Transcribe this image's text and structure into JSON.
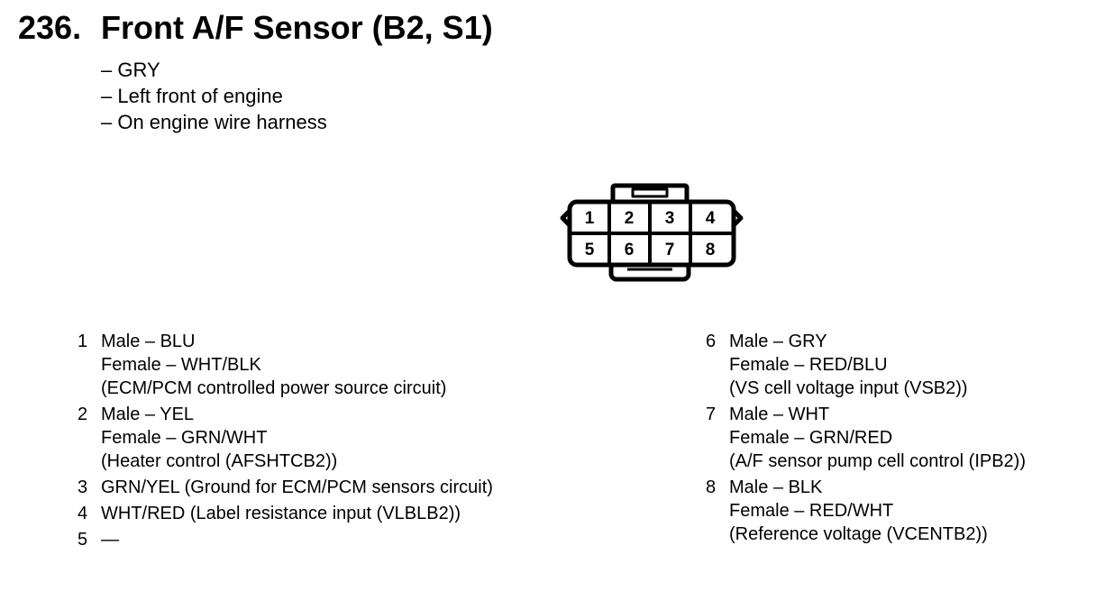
{
  "header": {
    "number": "236.",
    "title": "Front A/F Sensor (B2, S1)"
  },
  "info": [
    "– GRY",
    "– Left front of engine",
    "– On engine wire harness"
  ],
  "connector": {
    "top_row": [
      "1",
      "2",
      "3",
      "4"
    ],
    "bottom_row": [
      "5",
      "6",
      "7",
      "8"
    ]
  },
  "pins_left": [
    {
      "num": "1",
      "lines": [
        "Male – BLU",
        "Female – WHT/BLK",
        "(ECM/PCM controlled power source circuit)"
      ]
    },
    {
      "num": "2",
      "lines": [
        "Male – YEL",
        "Female – GRN/WHT",
        "(Heater control (AFSHTCB2))"
      ]
    },
    {
      "num": "3",
      "lines": [
        "GRN/YEL (Ground for ECM/PCM sensors circuit)"
      ]
    },
    {
      "num": "4",
      "lines": [
        "WHT/RED (Label resistance input (VLBLB2))"
      ]
    },
    {
      "num": "5",
      "lines": [
        "—"
      ]
    }
  ],
  "pins_right": [
    {
      "num": "6",
      "lines": [
        "Male – GRY",
        "Female – RED/BLU",
        "(VS cell voltage input (VSB2))"
      ]
    },
    {
      "num": "7",
      "lines": [
        "Male – WHT",
        "Female – GRN/RED",
        "(A/F sensor pump cell control (IPB2))"
      ]
    },
    {
      "num": "8",
      "lines": [
        "Male – BLK",
        "Female – RED/WHT",
        "(Reference voltage (VCENTB2))"
      ]
    }
  ]
}
